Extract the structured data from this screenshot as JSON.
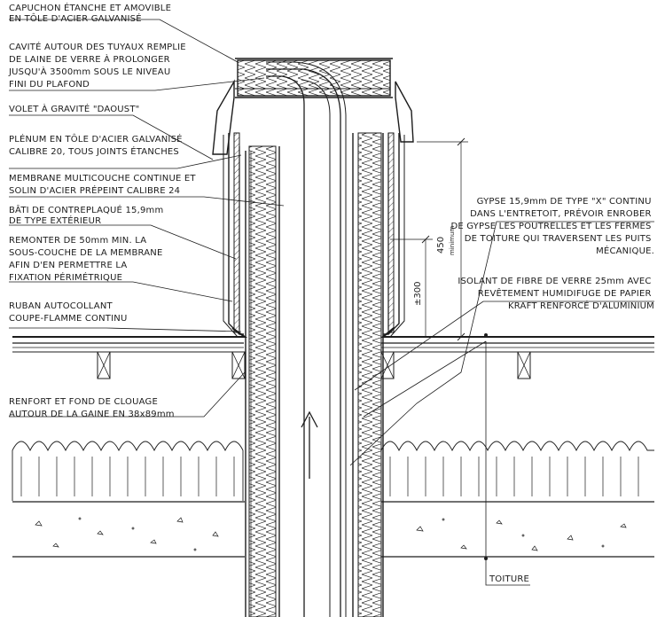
{
  "labels": {
    "capuchon": [
      "CAPUCHON ÉTANCHE ET AMOVIBLE",
      "EN TÔLE D'ACIER GALVANISÉ"
    ],
    "cavite": [
      "CAVITÉ AUTOUR DES TUYAUX REMPLIE",
      "DE LAINE DE VERRE À PROLONGER",
      "JUSQU'À 3500mm SOUS LE NIVEAU",
      "FINI DU PLAFOND"
    ],
    "volet": [
      "VOLET À GRAVITÉ \"DAOUST\""
    ],
    "plenum": [
      "PLÉNUM EN TÔLE D'ACIER GALVANISÉ",
      "CALIBRE 20, TOUS JOINTS ÉTANCHES"
    ],
    "membrane": [
      "MEMBRANE MULTICOUCHE CONTINUE ET",
      "SOLIN D'ACIER PRÉPEINT CALIBRE 24"
    ],
    "bati": [
      "BÂTI DE CONTREPLAQUÉ 15,9mm",
      "DE TYPE EXTÉRIEUR"
    ],
    "remonter": [
      "REMONTER DE 50mm MIN. LA",
      "SOUS-COUCHE DE LA MEMBRANE",
      "AFIN D'EN PERMETTRE LA",
      "FIXATION PÉRIMÉTRIQUE"
    ],
    "ruban": [
      "RUBAN AUTOCOLLANT",
      "COUPE-FLAMME CONTINU"
    ],
    "renfort": [
      "RENFORT ET FOND DE CLOUAGE",
      "AUTOUR DE LA GAINE EN 38x89mm"
    ],
    "gypse": [
      "GYPSE 15,9mm DE TYPE \"X\" CONTINU",
      "DANS L'ENTRETOIT, PRÉVOIR ENROBER",
      "DE GYPSE LES POUTRELLES ET LES FERMES",
      "DE TOITURE QUI TRAVERSENT LES PUITS",
      "MÉCANIQUE."
    ],
    "isolant": [
      "ISOLANT DE FIBRE DE VERRE 25mm AVEC",
      "REVÊTEMENT HUMIDIFUGE DE PAPIER",
      "KRAFT RENFORCÉ D'ALUMINIUM"
    ],
    "toiture": "TOITURE"
  },
  "dimensions": {
    "d450": "450",
    "d450_note": "minimum",
    "d300": "±300"
  },
  "colors": {
    "ink": "#1c1c1c",
    "paper": "#ffffff"
  }
}
